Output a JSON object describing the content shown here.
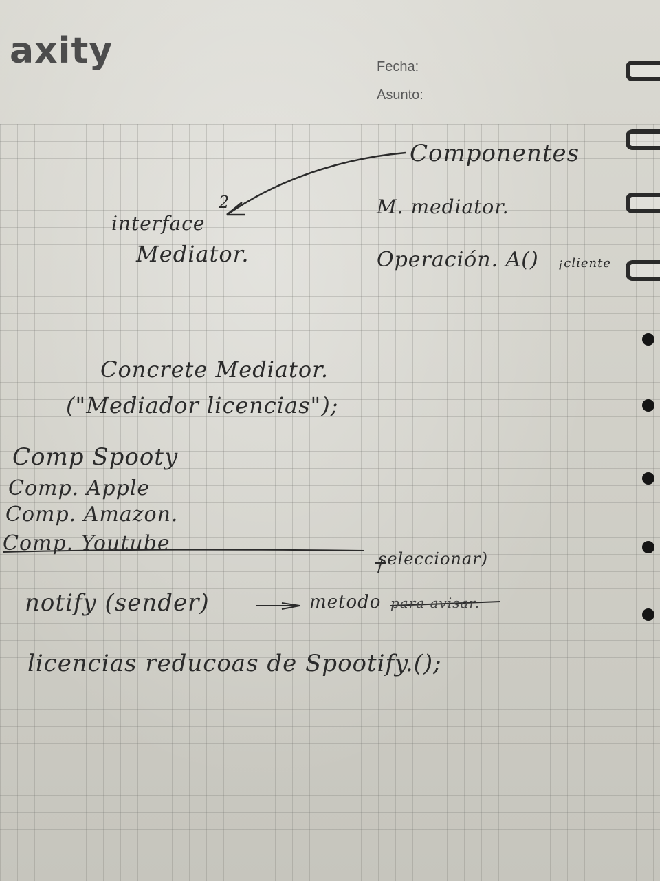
{
  "notebook": {
    "brand": "axity",
    "fecha_label": "Fecha:",
    "asunto_label": "Asunto:"
  },
  "notes": {
    "componentes": "Componentes",
    "m_mediator": "M. mediator.",
    "operacion": "Operación. A()",
    "cliente": "¡cliente",
    "arrow_number": "2",
    "interface": "interface",
    "mediator": "Mediator.",
    "concrete_mediator": "Concrete Mediator.",
    "mediador_licencias": "(\"Mediador licencias\");",
    "comp_spotify": "Comp  Spooty",
    "comp_apple": "Comp.  Apple",
    "comp_amazon": "Comp.  Amazon.",
    "comp_youtube": "Comp.   Youtube",
    "seleccionar": "seleccionar)",
    "notify": "notify (sender)",
    "metodo": "metodo",
    "para_avisar": "para avisar.",
    "licencias": "licencias reducoas de Spootify.();"
  }
}
